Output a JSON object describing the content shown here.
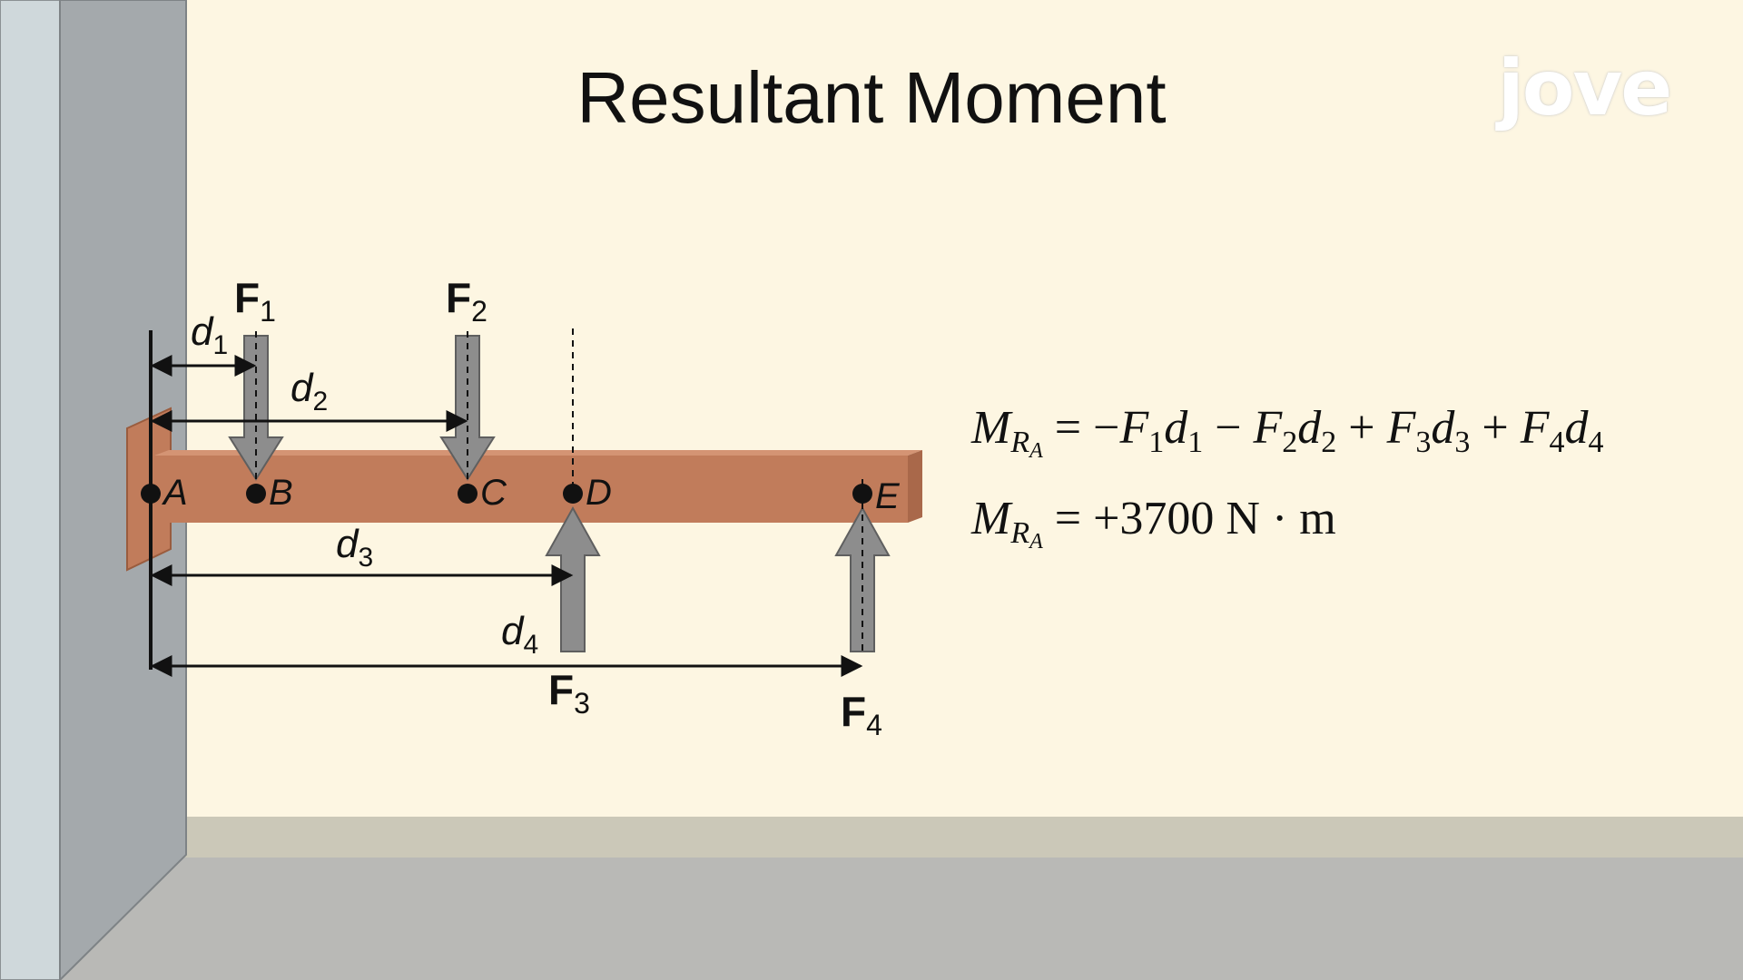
{
  "title": "Resultant Moment",
  "logo": "jove",
  "points": {
    "a": "A",
    "b": "B",
    "c": "C",
    "d": "D",
    "e": "E"
  },
  "forces": {
    "f1": {
      "name": "F",
      "sub": "1"
    },
    "f2": {
      "name": "F",
      "sub": "2"
    },
    "f3": {
      "name": "F",
      "sub": "3"
    },
    "f4": {
      "name": "F",
      "sub": "4"
    }
  },
  "distances": {
    "d1": {
      "name": "d",
      "sub": "1"
    },
    "d2": {
      "name": "d",
      "sub": "2"
    },
    "d3": {
      "name": "d",
      "sub": "3"
    },
    "d4": {
      "name": "d",
      "sub": "4"
    }
  },
  "equation1": {
    "m": "M",
    "r": "R",
    "a": "A",
    "eq": " = −",
    "t1": "F",
    "t1s": "1",
    "t2": "d",
    "t2s": "1",
    "op1": " − ",
    "t3": "F",
    "t3s": "2",
    "t4": "d",
    "t4s": "2",
    "op2": " + ",
    "t5": "F",
    "t5s": "3",
    "t6": "d",
    "t6s": "3",
    "op3": " + ",
    "t7": "F",
    "t7s": "4",
    "t8": "d",
    "t8s": "4"
  },
  "equation2": {
    "m": "M",
    "r": "R",
    "a": "A",
    "rhs": " = +3700 N · m"
  },
  "colors": {
    "background": "#fdf6e2",
    "wall_front": "#a4a9ac",
    "wall_side": "#cfd8db",
    "floor": "#b9b9b6",
    "floor_strip": "#cbc8b8",
    "beam": "#c17c5b",
    "beam_top": "#d49474",
    "arrow": "#8d8d8d"
  }
}
